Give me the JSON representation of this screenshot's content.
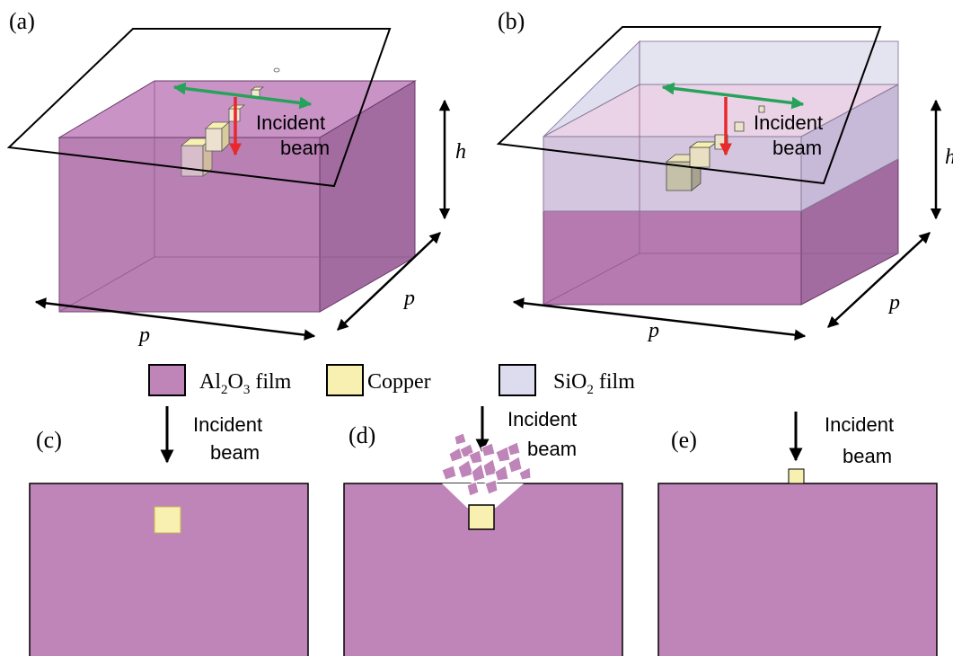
{
  "panels": {
    "a": {
      "label": "(a)",
      "beam_line1": "Incident",
      "beam_line2": "beam",
      "height_label": "h",
      "depth_label": "p",
      "width_label": "p"
    },
    "b": {
      "label": "(b)",
      "beam_line1": "Incident",
      "beam_line2": "beam",
      "height_label": "h",
      "depth_label": "p",
      "width_label": "p"
    },
    "c": {
      "label": "(c)",
      "beam_line1": "Incident",
      "beam_line2": "beam"
    },
    "d": {
      "label": "(d)",
      "beam_line1": "Incident",
      "beam_line2": "beam"
    },
    "e": {
      "label": "(e)",
      "beam_line1": "Incident",
      "beam_line2": "beam"
    }
  },
  "legend": {
    "al2o3": {
      "prefix": "Al",
      "sub1": "2",
      "mid": "O",
      "sub2": "3",
      "suffix": " film"
    },
    "copper": {
      "label": "Copper"
    },
    "sio2": {
      "prefix": "SiO",
      "sub": "2",
      "suffix": " film"
    }
  },
  "colors": {
    "al2o3": "#bf84b8",
    "copper": "#f7f0b0",
    "sio2": "#dcdcee",
    "scan_arrow": "#27a25a",
    "beam_arrow": "#e8282a",
    "outline": "#000000"
  }
}
